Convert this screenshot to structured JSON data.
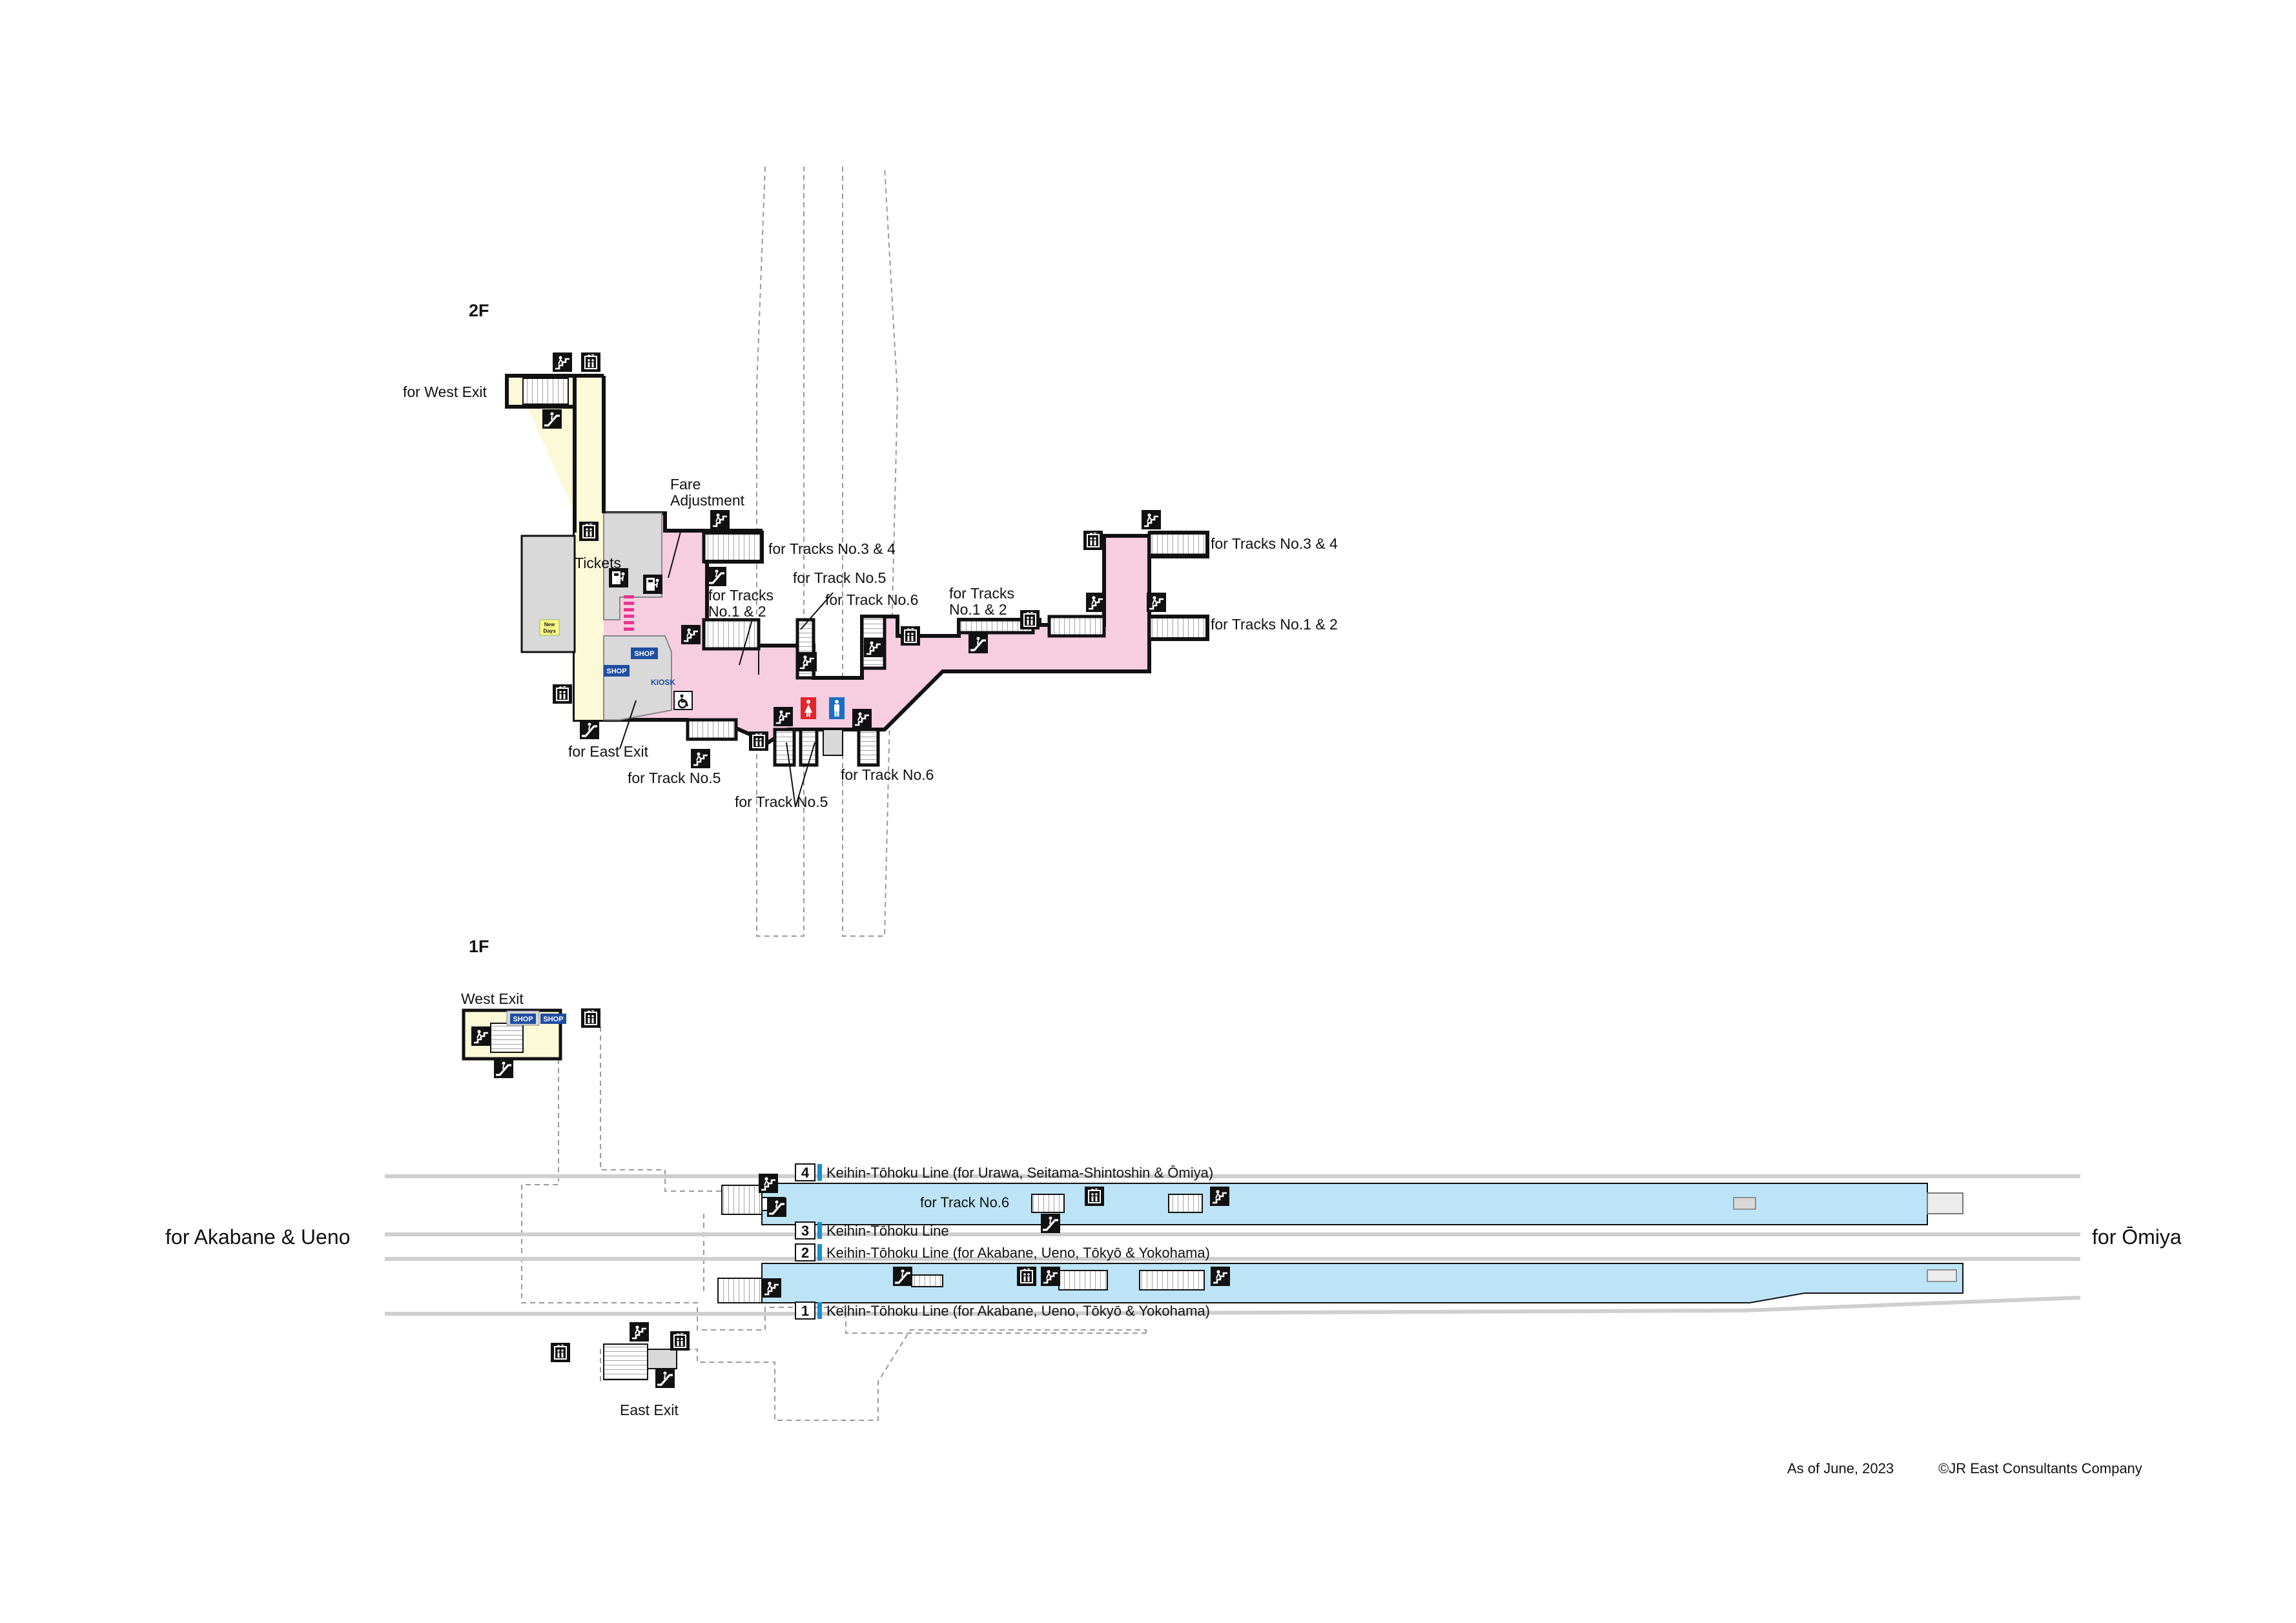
{
  "floors": {
    "upper": "2F",
    "lower": "1F"
  },
  "labels": {
    "west_exit_2f": "for West Exit",
    "fare_adjust_1": "Fare",
    "fare_adjust_2": "Adjustment",
    "tickets": "Tickets",
    "tracks34_mid": "for Tracks No.3 & 4",
    "tracks12_mid_1": "for Tracks",
    "tracks12_mid_2": "No.1 & 2",
    "track5_mid": "for Track No.5",
    "track6_mid": "for Track No.6",
    "tracks12_right_1": "for Tracks",
    "tracks12_right_2": "No.1 & 2",
    "tracks34_far": "for Tracks No.3 & 4",
    "tracks12_far": "for Tracks No.1 & 2",
    "east_exit_2f": "for East Exit",
    "track5_bottom_left": "for Track No.5",
    "track5_bottom": "for Track No.5",
    "track6_bottom": "for Track No.6",
    "west_exit_1f": "West Exit",
    "east_exit_1f": "East Exit",
    "track6_platform": "for Track No.6",
    "dir_left": "for Akabane & Ueno",
    "dir_right": "for Ōmiya",
    "as_of": "As of June, 2023",
    "copyright": "©JR East Consultants Company"
  },
  "tracks": [
    {
      "number": "4",
      "line": "Keihin-Tōhoku Line (for Urawa, Seitama-Shintoshin & Ōmiya)"
    },
    {
      "number": "3",
      "line": "Keihin-Tōhoku Line"
    },
    {
      "number": "2",
      "line": "Keihin-Tōhoku Line (for Akabane, Ueno, Tōkyō & Yokohama)"
    },
    {
      "number": "1",
      "line": "Keihin-Tōhoku Line (for Akabane, Ueno, Tōkyō & Yokohama)"
    }
  ],
  "shops": {
    "shop": "SHOP",
    "kiosk": "KIOSK",
    "newdays_1": "New",
    "newdays_2": "Days"
  },
  "colors": {
    "concourse": "#f7cde0",
    "ticket_area": "#fcf9d8",
    "platform": "#bde3f6",
    "gray_area": "#d9d9d9",
    "line_accent": "#1a8fd1",
    "shop_blue": "#1f4ea3",
    "women": "#e3242b",
    "men": "#1a6fc4"
  },
  "icons": {
    "stairs": "stairs-icon",
    "escalator": "escalator-icon",
    "elevator": "elevator-icon",
    "toilet_women": "toilet-women-icon",
    "toilet_men": "toilet-men-icon",
    "accessible": "wheelchair-icon",
    "ticket_machine": "ticket-machine-icon"
  }
}
